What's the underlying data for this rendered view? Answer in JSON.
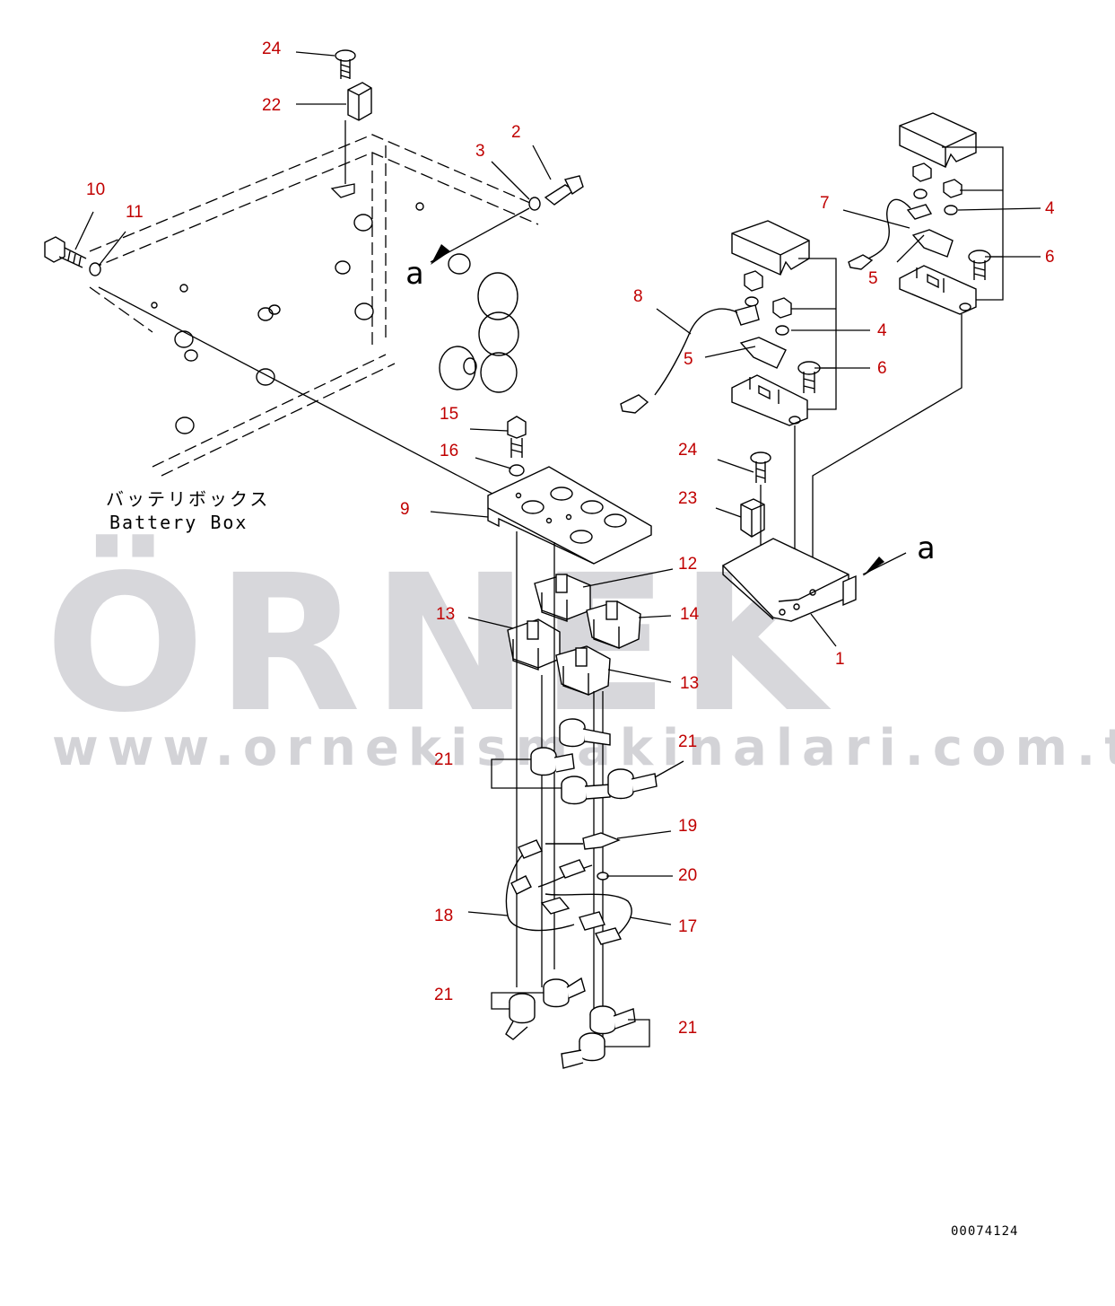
{
  "watermark": {
    "brand": "ÖRNEK",
    "url": "www.ornekismakinalari.com.tr",
    "accent_color": "#f5c000",
    "text_color": "#d7d7db"
  },
  "callout_color": "#c00000",
  "battery_box": {
    "label_jp": "バッテリボックス",
    "label_en": "Battery Box"
  },
  "view_arrow_letter": "a",
  "drawing_code": "00074124",
  "callouts": [
    {
      "id": "c24a",
      "text": "24"
    },
    {
      "id": "c22",
      "text": "22"
    },
    {
      "id": "c2",
      "text": "2"
    },
    {
      "id": "c3",
      "text": "3"
    },
    {
      "id": "c10",
      "text": "10"
    },
    {
      "id": "c11",
      "text": "11"
    },
    {
      "id": "c7",
      "text": "7"
    },
    {
      "id": "c4a",
      "text": "4"
    },
    {
      "id": "c6a",
      "text": "6"
    },
    {
      "id": "c5a",
      "text": "5"
    },
    {
      "id": "c8",
      "text": "8"
    },
    {
      "id": "c4b",
      "text": "4"
    },
    {
      "id": "c5b",
      "text": "5"
    },
    {
      "id": "c6b",
      "text": "6"
    },
    {
      "id": "c15",
      "text": "15"
    },
    {
      "id": "c16",
      "text": "16"
    },
    {
      "id": "c9",
      "text": "9"
    },
    {
      "id": "c24b",
      "text": "24"
    },
    {
      "id": "c23",
      "text": "23"
    },
    {
      "id": "c12",
      "text": "12"
    },
    {
      "id": "c13a",
      "text": "13"
    },
    {
      "id": "c14",
      "text": "14"
    },
    {
      "id": "c1",
      "text": "1"
    },
    {
      "id": "c13b",
      "text": "13"
    },
    {
      "id": "c21a",
      "text": "21"
    },
    {
      "id": "c21b",
      "text": "21"
    },
    {
      "id": "c19",
      "text": "19"
    },
    {
      "id": "c20",
      "text": "20"
    },
    {
      "id": "c18",
      "text": "18"
    },
    {
      "id": "c17",
      "text": "17"
    },
    {
      "id": "c21c",
      "text": "21"
    },
    {
      "id": "c21d",
      "text": "21"
    }
  ]
}
